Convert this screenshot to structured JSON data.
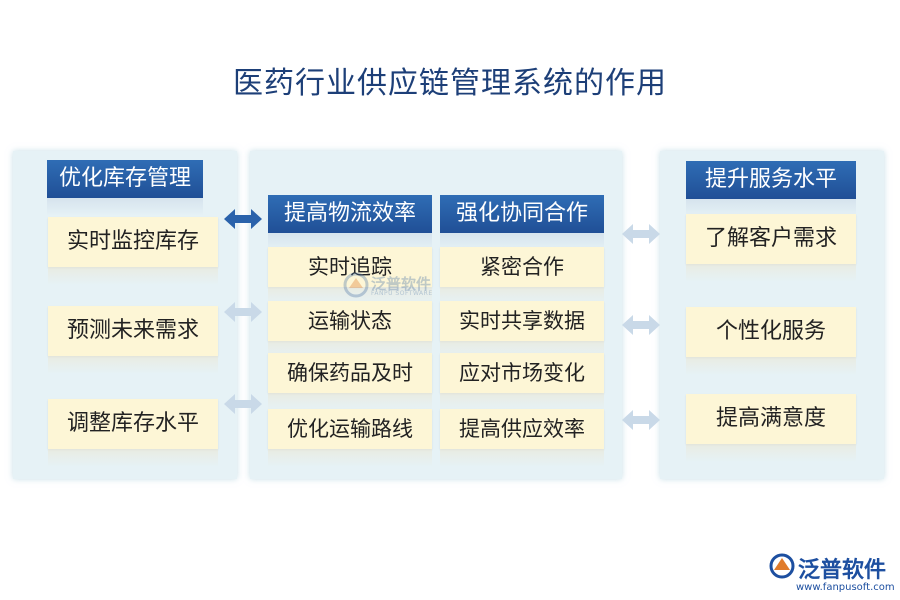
{
  "title": "医药行业供应链管理系统的作用",
  "left": {
    "header": "优化库存管理",
    "items": [
      "实时监控库存",
      "预测未来需求",
      "调整库存水平"
    ]
  },
  "middle": {
    "col1": {
      "header": "提高物流效率",
      "items": [
        "实时追踪",
        "运输状态",
        "确保药品及时",
        "优化运输路线"
      ]
    },
    "col2": {
      "header": "强化协同合作",
      "items": [
        "紧密合作",
        "实时共享数据",
        "应对市场变化",
        "提高供应效率"
      ]
    }
  },
  "right": {
    "header": "提升服务水平",
    "items": [
      "了解客户需求",
      "个性化服务",
      "提高满意度"
    ]
  },
  "watermark": {
    "text": "泛普软件",
    "sub": "FANPU SOFTWARE"
  },
  "logo": {
    "text": "泛普软件",
    "url": "www.fanpusoft.com"
  },
  "colors": {
    "header_bg": "#2a62ab",
    "box_bg": "#fdf6d6",
    "panel_bg": "#e6f2f6",
    "title": "#1d3f78",
    "arrow_active": "#2a62ab",
    "arrow_faded": "#c9d9e8"
  }
}
